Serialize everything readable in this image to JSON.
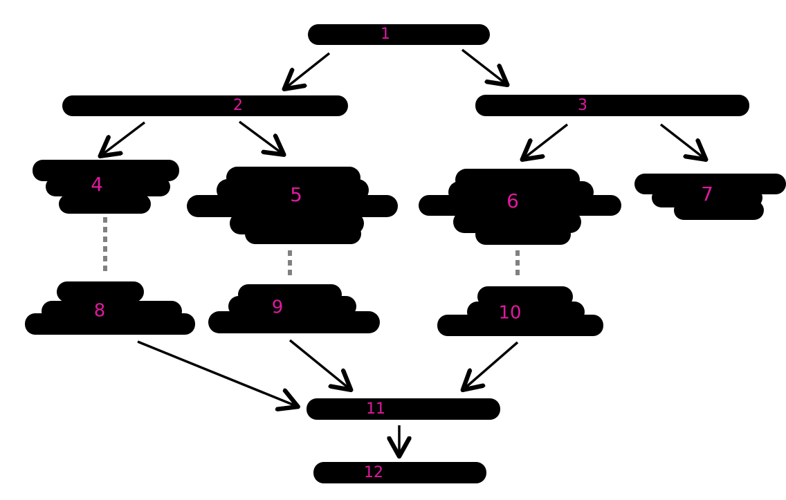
{
  "diagram": {
    "colors": {
      "box_fill": "#000000",
      "label_color": "#e0199e",
      "arrow_color": "#000000",
      "dashed_color": "#808080",
      "background": "#ffffff"
    },
    "nodes": [
      {
        "id": "n1",
        "label": "1"
      },
      {
        "id": "n2",
        "label": "2"
      },
      {
        "id": "n3",
        "label": "3"
      },
      {
        "id": "n4",
        "label": "4"
      },
      {
        "id": "n5",
        "label": "5"
      },
      {
        "id": "n6",
        "label": "6"
      },
      {
        "id": "n7",
        "label": "7"
      },
      {
        "id": "n8",
        "label": "8"
      },
      {
        "id": "n9",
        "label": "9"
      },
      {
        "id": "n10",
        "label": "10"
      },
      {
        "id": "n11",
        "label": "11"
      },
      {
        "id": "n12",
        "label": "12"
      }
    ],
    "edges": [
      {
        "from": "n1",
        "to": "n2",
        "style": "arrow"
      },
      {
        "from": "n1",
        "to": "n3",
        "style": "arrow"
      },
      {
        "from": "n2",
        "to": "n4",
        "style": "arrow"
      },
      {
        "from": "n2",
        "to": "n5",
        "style": "arrow"
      },
      {
        "from": "n3",
        "to": "n6",
        "style": "arrow"
      },
      {
        "from": "n3",
        "to": "n7",
        "style": "arrow"
      },
      {
        "from": "n4",
        "to": "n8",
        "style": "dashed"
      },
      {
        "from": "n5",
        "to": "n9",
        "style": "dashed"
      },
      {
        "from": "n6",
        "to": "n10",
        "style": "dashed"
      },
      {
        "from": "n8",
        "to": "n11",
        "style": "arrow"
      },
      {
        "from": "n9",
        "to": "n11",
        "style": "arrow"
      },
      {
        "from": "n10",
        "to": "n11",
        "style": "arrow"
      },
      {
        "from": "n11",
        "to": "n12",
        "style": "arrow"
      }
    ]
  }
}
